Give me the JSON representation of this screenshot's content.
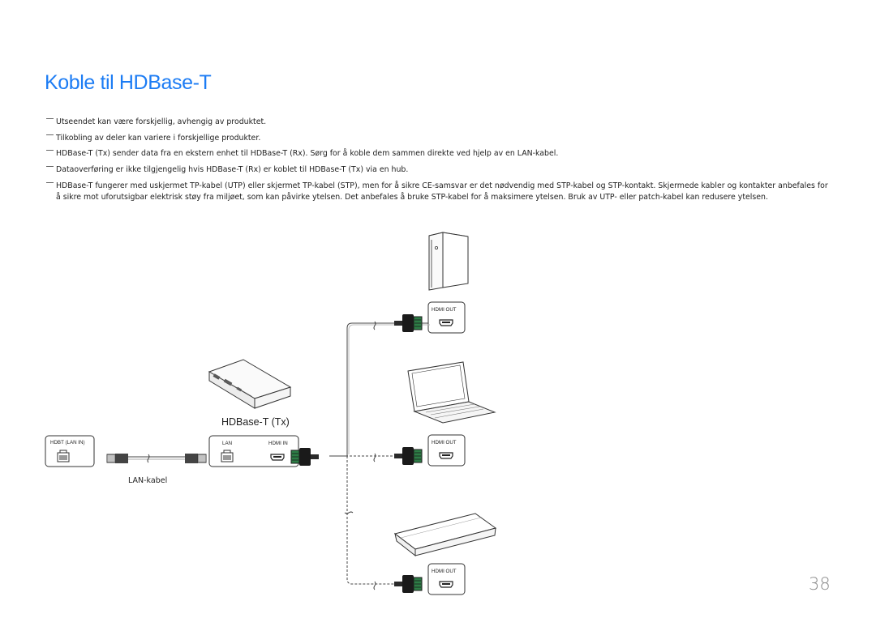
{
  "title": "Koble til HDBase-T",
  "notes": [
    "Utseendet kan være forskjellig, avhengig av produktet.",
    "Tilkobling av deler kan variere i forskjellige produkter.",
    "HDBase-T (Tx) sender data fra en ekstern enhet til HDBase-T (Rx). Sørg for å koble dem sammen direkte ved hjelp av en LAN-kabel.",
    "Dataoverføring er ikke tilgjengelig hvis HDBase-T (Rx) er koblet til HDBase-T (Tx) via en hub.",
    "HDBase-T fungerer med uskjermet TP-kabel (UTP) eller skjermet TP-kabel (STP), men for å sikre CE-samsvar er det nødvendig med STP-kabel og STP-kontakt. Skjermede kabler og kontakter anbefales for å sikre mot uforutsigbar elektrisk støy fra miljøet, som kan påvirke ytelsen. Det anbefales å bruke STP-kabel for å maksimere ytelsen. Bruk av UTP- eller patch-kabel kan redusere ytelsen."
  ],
  "diagram": {
    "tx_label": "HDBase-T (Tx)",
    "hdbt_port_label": "HDBT (LAN IN)",
    "lan_port_label": "LAN",
    "hdmi_in_label": "HDMI IN",
    "hdmi_out_label": "HDMI  OUT",
    "cable_label": "LAN-kabel"
  },
  "page_number": "38"
}
